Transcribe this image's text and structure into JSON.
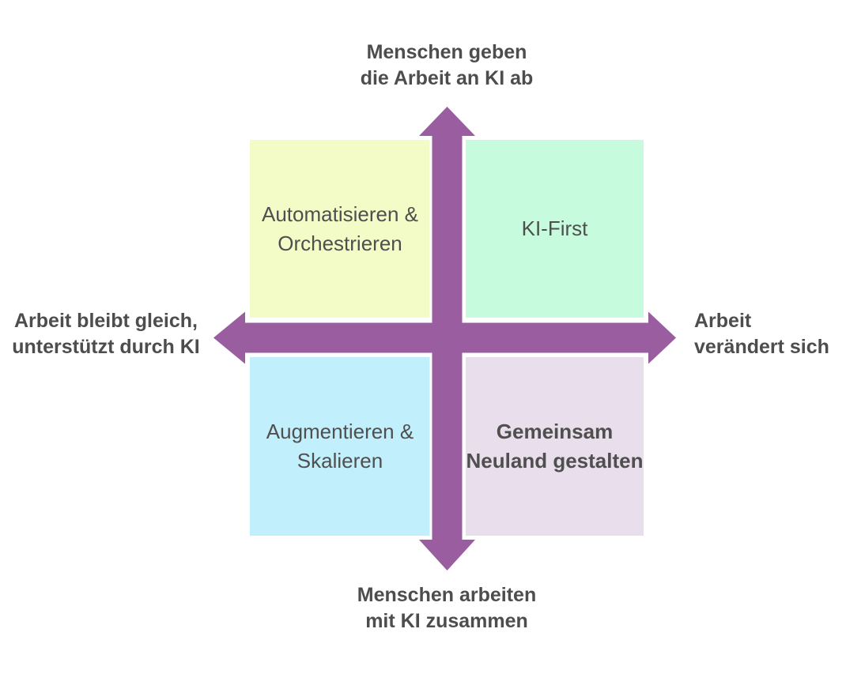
{
  "diagram": {
    "type": "quadrant-matrix",
    "language": "de",
    "axis_labels": {
      "top": {
        "line1": "Menschen geben",
        "line2": "die Arbeit an KI ab"
      },
      "bottom": {
        "line1": "Menschen arbeiten",
        "line2": "mit KI zusammen"
      },
      "left": {
        "line1": "Arbeit bleibt gleich,",
        "line2": "unterstützt durch KI"
      },
      "right": {
        "line1": "Arbeit",
        "line2": "verändert sich"
      }
    },
    "quadrants": {
      "top_left": {
        "line1": "Automatisieren &",
        "line2": "Orchestrieren",
        "color": "#f3fbc7"
      },
      "top_right": {
        "line1": "KI-First",
        "line2": "",
        "color": "#c6fbdd"
      },
      "bottom_left": {
        "line1": "Augmentieren &",
        "line2": "Skalieren",
        "color": "#c2effc"
      },
      "bottom_right": {
        "line1": "Gemeinsam",
        "line2": "Neuland gestalten",
        "color": "#e9deeb"
      }
    },
    "colors": {
      "arrow": "#9a5da0",
      "arrow_outline": "#ffffff",
      "text": "#4d4d4d",
      "background": "#ffffff"
    }
  }
}
